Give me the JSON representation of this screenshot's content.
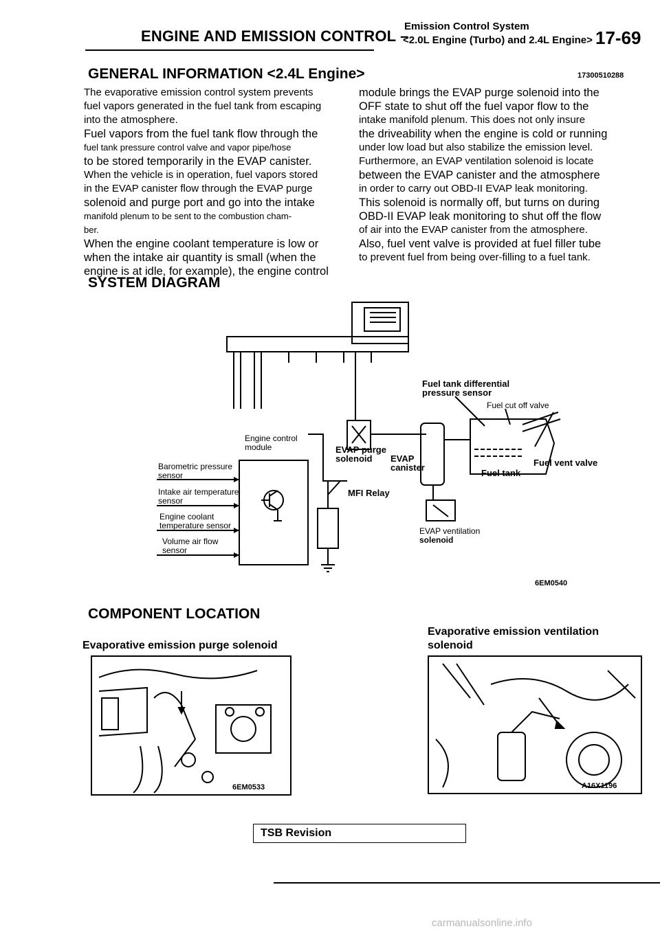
{
  "header": {
    "title": "ENGINE AND EMISSION CONTROL –",
    "sub_line1": "Emission Control System",
    "sub_line2": "<2.0L Engine (Turbo) and 2.4L Engine>",
    "page_number": "17-69"
  },
  "general_info": {
    "title": "GENERAL INFORMATION <2.4L Engine>",
    "code": "17300510288",
    "left_lines": [
      "The evaporative emission control system prevents",
      "fuel vapors generated in the fuel tank from escaping",
      "into the atmosphere.",
      "Fuel vapors from the fuel tank flow through the",
      "fuel tank pressure control valve and vapor pipe/hose",
      "to be stored temporarily in the EVAP canister.",
      "When the vehicle is in operation, fuel vapors stored",
      "in the EVAP canister flow through the EVAP purge",
      "solenoid and purge port and go into the intake",
      "manifold plenum to be sent to the combustion cham-",
      "ber.",
      "When the engine coolant temperature is low or",
      "when the intake air quantity is small (when the",
      "engine is at idle, for example), the engine control"
    ],
    "right_lines": [
      "module brings the EVAP purge solenoid into the",
      "OFF state to shut off the fuel vapor flow to the",
      "intake manifold plenum. This does not only insure",
      "the driveability when the engine is cold or running",
      "under low load but also stabilize the emission level.",
      "Furthermore, an EVAP ventilation solenoid is locate",
      "between the EVAP canister and the atmosphere",
      "in order to carry out OBD-II EVAP leak monitoring.",
      "This solenoid is normally off, but turns on during",
      "OBD-II EVAP leak monitoring to shut off the flow",
      "of air into the EVAP canister from the atmosphere.",
      "Also, fuel vent valve is provided at fuel filler tube",
      "to prevent fuel from being over-filling to a fuel tank."
    ]
  },
  "system_diagram": {
    "title": "SYSTEM DIAGRAM",
    "labels": {
      "ecm": [
        "Engine control",
        "module"
      ],
      "baro": [
        "Barometric pressure",
        "sensor"
      ],
      "iat": [
        "Intake air temperature",
        "sensor"
      ],
      "ect": [
        "Engine coolant",
        "temperature sensor"
      ],
      "vaf": [
        "Volume air flow",
        "sensor"
      ],
      "purge": [
        "EVAP purge",
        "solenoid"
      ],
      "relay": "MFI Relay",
      "canister": [
        "EVAP",
        "canister"
      ],
      "diff_sensor": [
        "Fuel tank differential",
        "pressure sensor"
      ],
      "cutoff": "Fuel cut off valve",
      "vent_valve": "Fuel vent valve",
      "tank": "Fuel tank",
      "vent_sol": [
        "EVAP ventilation",
        "solenoid"
      ]
    },
    "code": "6EM0540"
  },
  "component_location": {
    "title": "COMPONENT LOCATION",
    "left_caption": "Evaporative emission purge solenoid",
    "left_code": "6EM0533",
    "right_caption": [
      "Evaporative emission ventilation",
      "solenoid"
    ],
    "right_code": "A16X1196"
  },
  "footer": {
    "tsb_label": "TSB Revision",
    "watermark": "carmanualsonline.info"
  }
}
